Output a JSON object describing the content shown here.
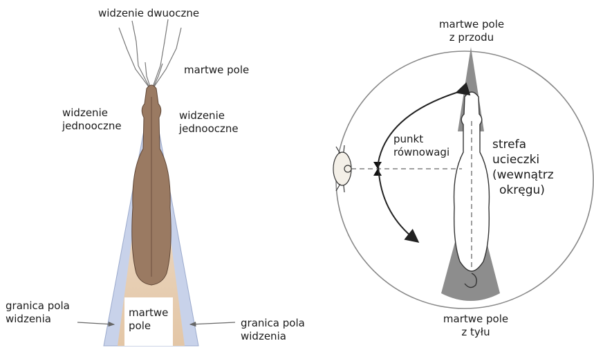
{
  "left_panel": {
    "binocular_label": "widzenie dwuoczne",
    "dead_zone_top_label": "martwe pole",
    "monocular_left": [
      "widzenie",
      "jednooczne"
    ],
    "monocular_right": [
      "widzenie",
      "jednooczne"
    ],
    "dead_zone_rear": [
      "martwe",
      "pole"
    ],
    "vision_limit_left": [
      "granica pola",
      "widzenia"
    ],
    "vision_limit_right": [
      "granica pola",
      "widzenia"
    ]
  },
  "right_panel": {
    "front_dead_zone": [
      "martwe pole",
      "z przodu"
    ],
    "balance_point": [
      "punkt",
      "równowagi"
    ],
    "flight_zone": [
      "strefa",
      "ucieczki",
      "(wewnątrz",
      "okręgu)"
    ],
    "rear_dead_zone": [
      "martwe pole",
      "z tyłu"
    ]
  },
  "colors": {
    "cone_blue": "#c8d2ea",
    "cone_beige": "#ecd9c4",
    "horse_brown": "#9a7a62",
    "dead_zone_gray": "#8d8d8d"
  }
}
